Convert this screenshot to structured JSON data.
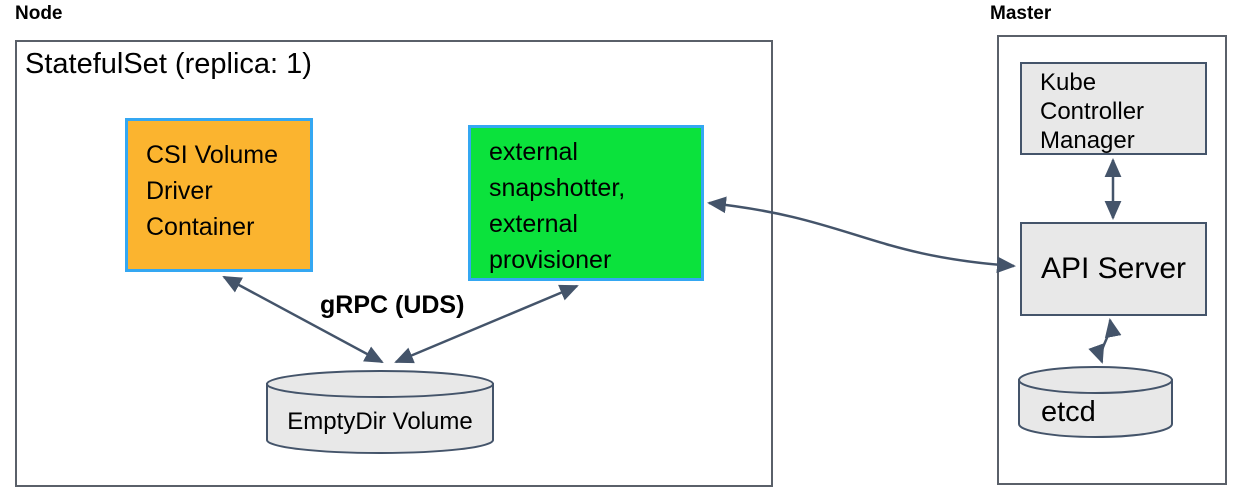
{
  "node_group": {
    "label": "Node",
    "statefulset_title": "StatefulSet (replica: 1)",
    "csi_driver_label": "CSI Volume Driver Container",
    "sidecars_label": "external snapshotter, external provisioner",
    "grpc_label": "gRPC (UDS)",
    "emptydir_label": "EmptyDir Volume"
  },
  "master_group": {
    "label": "Master",
    "kube_controller_manager_label": "Kube Controller Manager",
    "api_server_label": "API Server",
    "etcd_label": "etcd"
  },
  "colors": {
    "csi_box_fill": "#FBB42F",
    "sidecars_box_fill": "#0BE23C",
    "highlight_border": "#34A7F2",
    "component_fill": "#E8E8E8",
    "connector": "#44546A",
    "outer_border": "#5A6069"
  }
}
